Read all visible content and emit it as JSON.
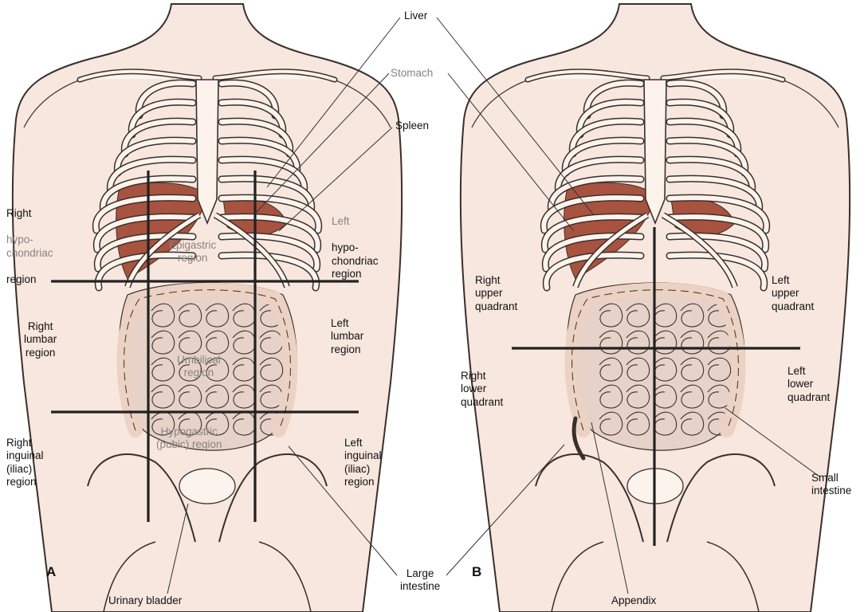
{
  "colors": {
    "skin": "#f7e7de",
    "skin_dark": "#ecd2c3",
    "outline": "#3a2f2c",
    "bone": "#fbf3ec",
    "organ_red": "#a8533f",
    "intestine": "#e6d2c8",
    "divider": "#222222",
    "grey_text": "#8a8282"
  },
  "panel_a": {
    "letter": "A",
    "regions": {
      "right_hypochondriac": {
        "line1": "Right",
        "line2": "hypo-\nchondriac",
        "line3": "region"
      },
      "epigastric": "Epigastric\nregion",
      "left_hypochondriac": {
        "line1": "Left",
        "line2": "hypo-\nchondriac\nregion"
      },
      "right_lumbar": "Right\nlumbar\nregion",
      "umbilical": "Umbilical\nregion",
      "left_lumbar": "Left\nlumbar\nregion",
      "right_inguinal": "Right\ninguinal\n(iliac)\nregion",
      "hypogastric": "Hypogastric\n(pubic) region",
      "left_inguinal": "Left\ninguinal\n(iliac)\nregion"
    }
  },
  "panel_b": {
    "letter": "B",
    "quadrants": {
      "right_upper": "Right\nupper\nquadrant",
      "left_upper": "Left\nupper\nquadrant",
      "right_lower": "Right\nlower\nquadrant",
      "left_lower": "Left\nlower\nquadrant"
    }
  },
  "organ_labels": {
    "liver": "Liver",
    "stomach": "Stomach",
    "spleen": "Spleen",
    "large_intestine": "Large\nintestine",
    "urinary_bladder": "Urinary bladder",
    "appendix": "Appendix",
    "small_intestine": "Small\nintestine"
  }
}
